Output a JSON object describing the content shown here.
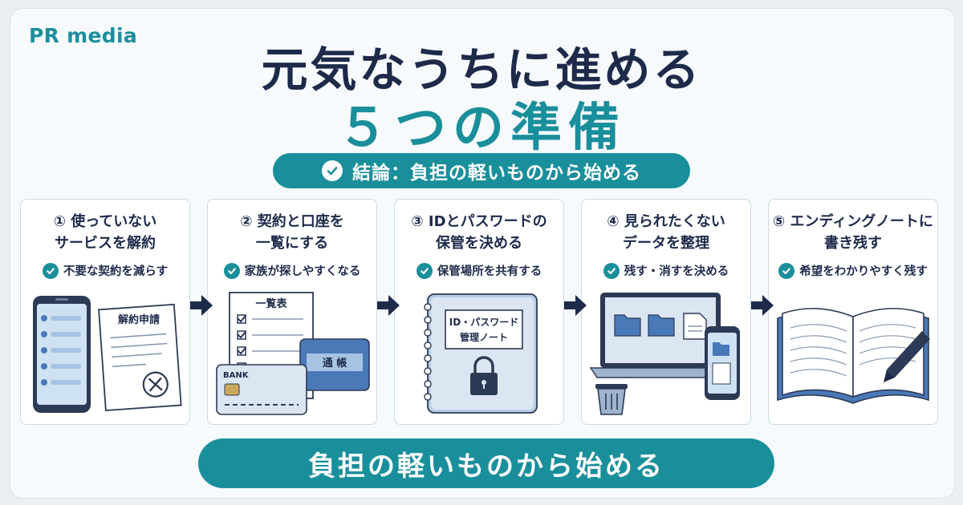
{
  "brand": "PR media",
  "title_line1": "元気なうちに進める",
  "title_line2": "５つの準備",
  "conclusion": "結論：負担の軽いものから始める",
  "cards": [
    {
      "line1": "① 使っていない",
      "line2": "サービスを解約",
      "note": "不要な契約を減らす",
      "illus": {
        "doc_title": "解約申請"
      }
    },
    {
      "line1": "② 契約と口座を",
      "line2": "一覧にする",
      "note": "家族が探しやすくなる",
      "illus": {
        "doc_title": "一覧表",
        "card_label": "BANK",
        "passbook_label": "通 帳"
      }
    },
    {
      "line1": "③ IDとパスワードの",
      "line2": "保管を決める",
      "note": "保管場所を共有する",
      "illus": {
        "notebook_line1": "ID・パスワード",
        "notebook_line2": "管理ノート"
      }
    },
    {
      "line1": "④ 見られたくない",
      "line2": "データを整理",
      "note": "残す・消すを決める",
      "illus": {}
    },
    {
      "line1": "⑤ エンディングノートに",
      "line2": "書き残す",
      "note": "希望をわかりやすく残す",
      "illus": {}
    }
  ],
  "bottom_banner": "負担の軽いものから始める",
  "colors": {
    "accent": "#1a8f9c",
    "navy": "#1d2a4a",
    "illustration_blue": "#4a79b8"
  }
}
